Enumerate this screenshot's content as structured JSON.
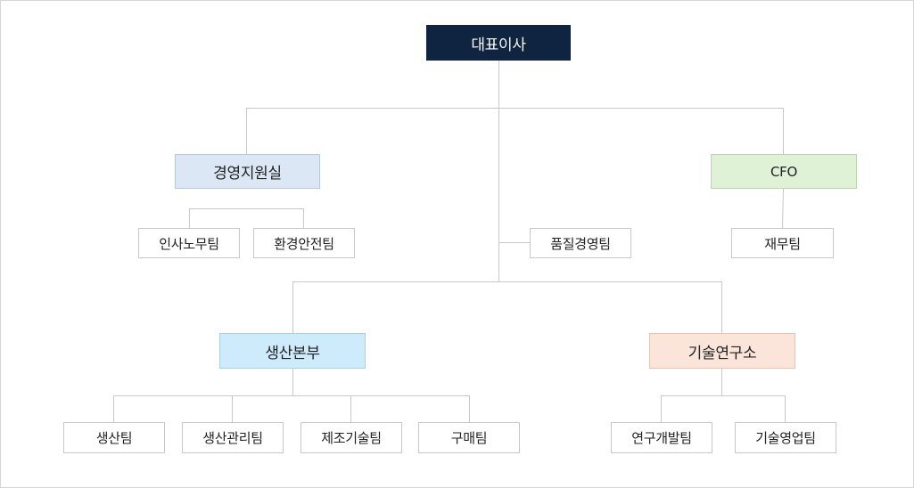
{
  "org": {
    "ceo": "대표이사",
    "management_support": {
      "label": "경영지원실",
      "teams": [
        "인사노무팀",
        "환경안전팀"
      ]
    },
    "cfo": {
      "label": "CFO",
      "teams": [
        "재무팀"
      ]
    },
    "quality": "품질경영팀",
    "production": {
      "label": "생산본부",
      "teams": [
        "생산팀",
        "생산관리팀",
        "제조기술팀",
        "구매팀"
      ]
    },
    "research": {
      "label": "기술연구소",
      "teams": [
        "연구개발팀",
        "기술영업팀"
      ]
    }
  },
  "colors": {
    "ceo": "#0f2440",
    "management_support": "#dbe7f5",
    "cfo": "#dff2d6",
    "production": "#cdebfb",
    "research": "#fbe4d9",
    "connector": "#c8c8c8"
  }
}
